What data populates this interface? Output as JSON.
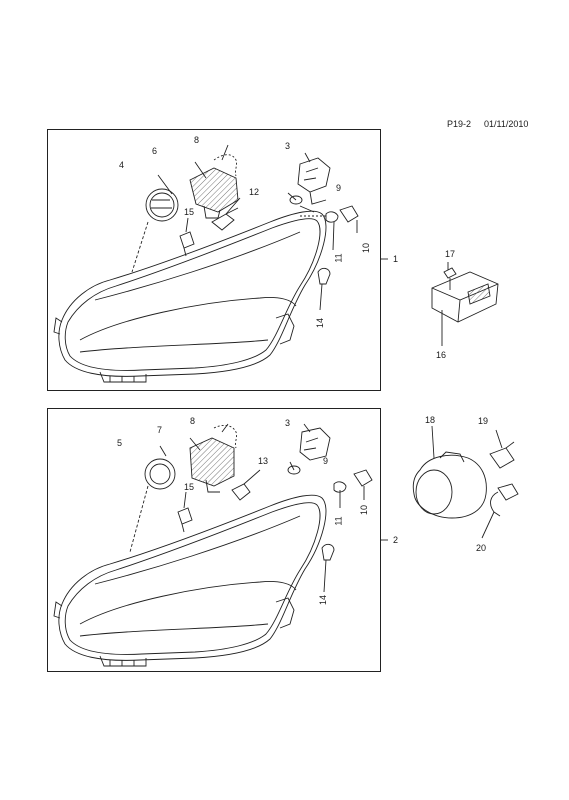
{
  "header": {
    "ref": "P19-2",
    "date": "01/11/2010"
  },
  "callouts": {
    "top": [
      "8",
      "6",
      "3",
      "4",
      "12",
      "9",
      "15",
      "10",
      "11",
      "14",
      "1"
    ],
    "side": [
      "17",
      "16"
    ],
    "bottom": [
      "8",
      "7",
      "3",
      "5",
      "13",
      "9",
      "15",
      "10",
      "11",
      "14",
      "2"
    ],
    "fog": [
      "18",
      "19",
      "20"
    ]
  },
  "colors": {
    "line": "#222222",
    "fill": "#ffffff",
    "hatch": "#555555"
  }
}
